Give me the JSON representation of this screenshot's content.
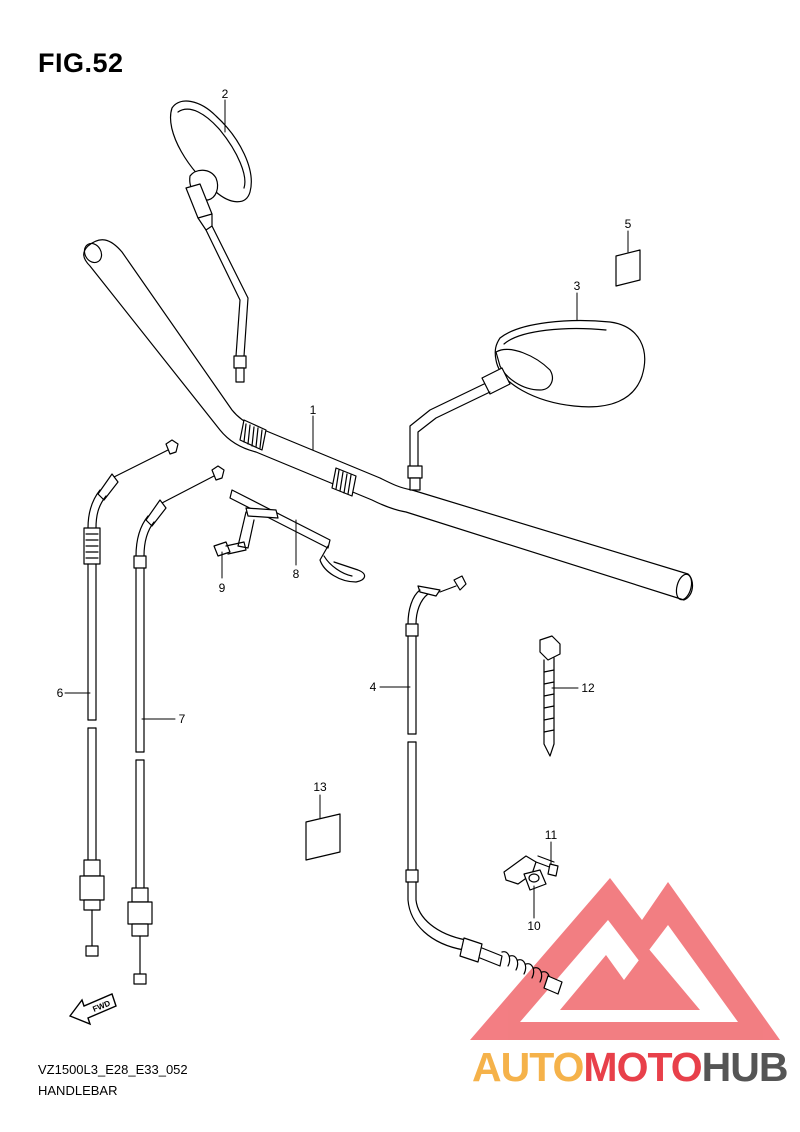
{
  "figure": {
    "title": "FIG.52",
    "code": "VZ1500L3_E28_E33_052",
    "name": "HANDLEBAR"
  },
  "callouts": {
    "c1": "1",
    "c2": "2",
    "c3": "3",
    "c4": "4",
    "c5": "5",
    "c6": "6",
    "c7": "7",
    "c8": "8",
    "c9": "9",
    "c10": "10",
    "c11": "11",
    "c12": "12",
    "c13": "13"
  },
  "fwd_label": "FWD",
  "watermark": {
    "text_a": "AUTO",
    "text_b": "MOTO",
    "text_c": "HUB",
    "color_a": "#f5b24a",
    "color_b": "#e8404a",
    "color_c": "#555555"
  },
  "colors": {
    "line": "#000000",
    "logo_red": "#ef5a60"
  }
}
